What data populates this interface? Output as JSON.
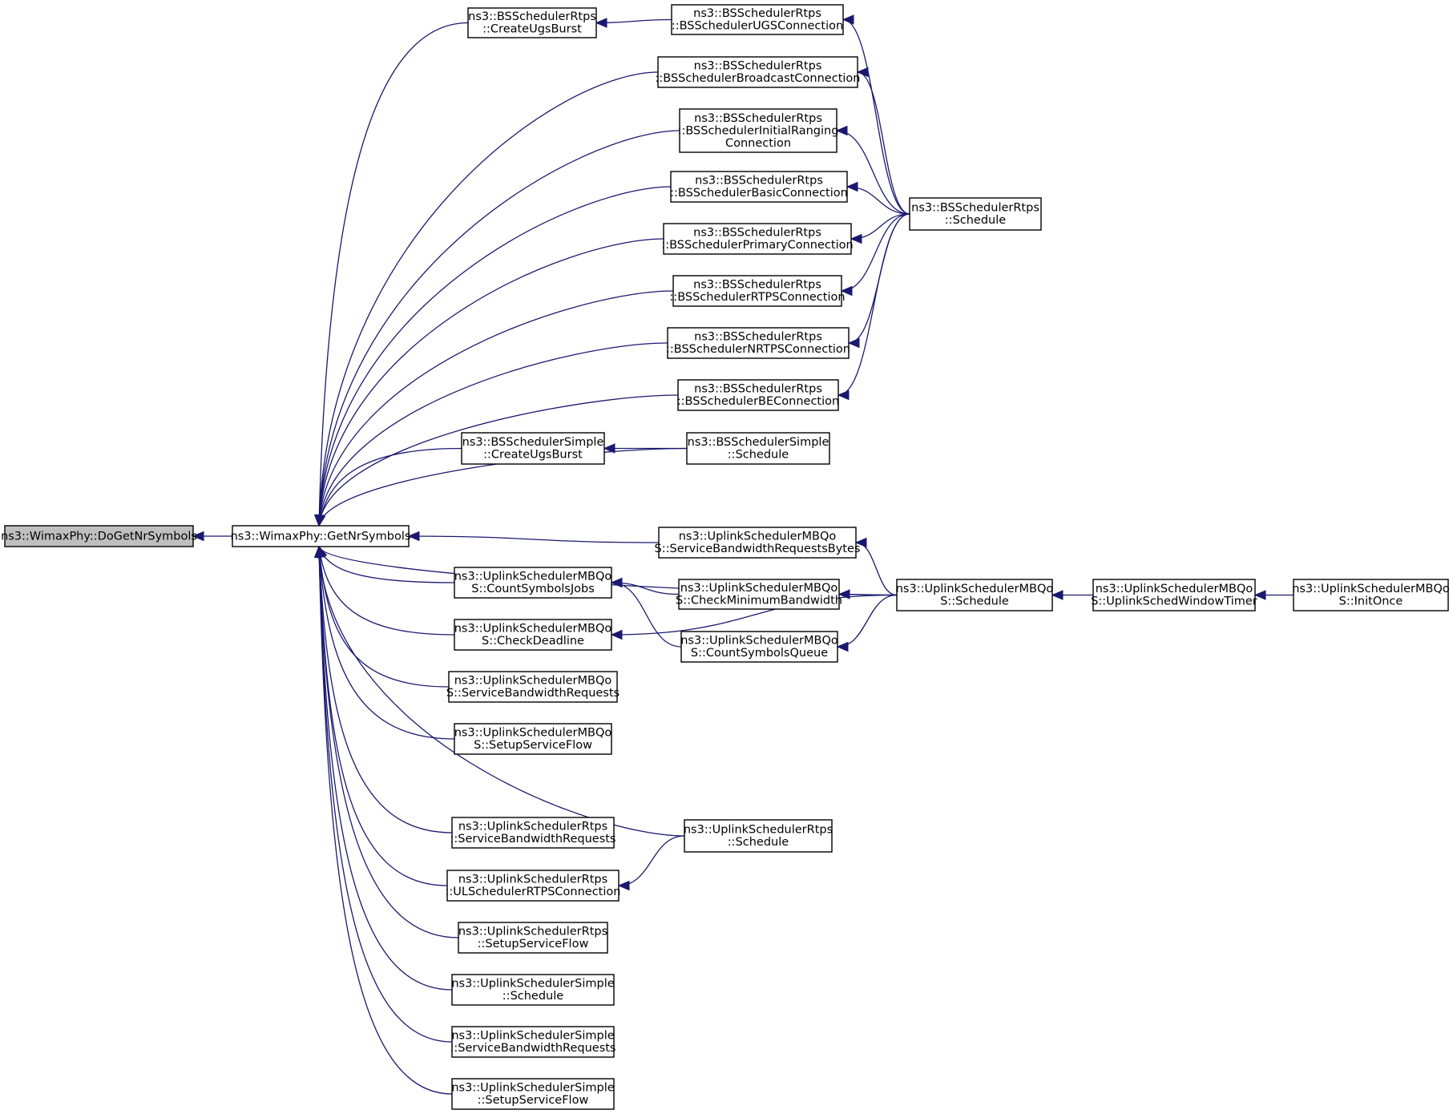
{
  "colors": {
    "edge": "#191970",
    "root_fill": "#bfbfbf",
    "node_fill": "#ffffff",
    "node_border": "#000000"
  },
  "nodes": [
    {
      "id": "n0",
      "lines": [
        "ns3::WimaxPhy::DoGetNrSymbols"
      ]
    },
    {
      "id": "n1",
      "lines": [
        "ns3::WimaxPhy::GetNrSymbols"
      ]
    },
    {
      "id": "n2",
      "lines": [
        "ns3::BSSchedulerRtps",
        "::CreateUgsBurst"
      ]
    },
    {
      "id": "n3",
      "lines": [
        "ns3::BSSchedulerRtps",
        "::BSSchedulerUGSConnection"
      ]
    },
    {
      "id": "n4",
      "lines": [
        "ns3::BSSchedulerRtps",
        "::BSSchedulerBroadcastConnection"
      ]
    },
    {
      "id": "n5",
      "lines": [
        "ns3::BSSchedulerRtps",
        "::BSSchedulerInitialRanging",
        "Connection"
      ]
    },
    {
      "id": "n6",
      "lines": [
        "ns3::BSSchedulerRtps",
        "::BSSchedulerBasicConnection"
      ]
    },
    {
      "id": "n7",
      "lines": [
        "ns3::BSSchedulerRtps",
        "::BSSchedulerPrimaryConnection"
      ]
    },
    {
      "id": "n8",
      "lines": [
        "ns3::BSSchedulerRtps",
        "::BSSchedulerRTPSConnection"
      ]
    },
    {
      "id": "n9",
      "lines": [
        "ns3::BSSchedulerRtps",
        "::BSSchedulerNRTPSConnection"
      ]
    },
    {
      "id": "n10",
      "lines": [
        "ns3::BSSchedulerRtps",
        "::BSSchedulerBEConnection"
      ]
    },
    {
      "id": "n11",
      "lines": [
        "ns3::BSSchedulerRtps",
        "::Schedule"
      ]
    },
    {
      "id": "n12",
      "lines": [
        "ns3::BSSchedulerSimple",
        "::CreateUgsBurst"
      ]
    },
    {
      "id": "n13",
      "lines": [
        "ns3::BSSchedulerSimple",
        "::Schedule"
      ]
    },
    {
      "id": "n14",
      "lines": [
        "ns3::UplinkSchedulerMBQo",
        "S::ServiceBandwidthRequestsBytes"
      ]
    },
    {
      "id": "n15",
      "lines": [
        "ns3::UplinkSchedulerMBQo",
        "S::CountSymbolsJobs"
      ]
    },
    {
      "id": "n16",
      "lines": [
        "ns3::UplinkSchedulerMBQo",
        "S::CheckMinimumBandwidth"
      ]
    },
    {
      "id": "n17",
      "lines": [
        "ns3::UplinkSchedulerMBQo",
        "S::Schedule"
      ]
    },
    {
      "id": "n18",
      "lines": [
        "ns3::UplinkSchedulerMBQo",
        "S::UplinkSchedWindowTimer"
      ]
    },
    {
      "id": "n19",
      "lines": [
        "ns3::UplinkSchedulerMBQo",
        "S::InitOnce"
      ]
    },
    {
      "id": "n20",
      "lines": [
        "ns3::UplinkSchedulerMBQo",
        "S::CheckDeadline"
      ]
    },
    {
      "id": "n21",
      "lines": [
        "ns3::UplinkSchedulerMBQo",
        "S::CountSymbolsQueue"
      ]
    },
    {
      "id": "n22",
      "lines": [
        "ns3::UplinkSchedulerMBQo",
        "S::ServiceBandwidthRequests"
      ]
    },
    {
      "id": "n23",
      "lines": [
        "ns3::UplinkSchedulerMBQo",
        "S::SetupServiceFlow"
      ]
    },
    {
      "id": "n24",
      "lines": [
        "ns3::UplinkSchedulerRtps",
        "::ServiceBandwidthRequests"
      ]
    },
    {
      "id": "n25",
      "lines": [
        "ns3::UplinkSchedulerRtps",
        "::Schedule"
      ]
    },
    {
      "id": "n26",
      "lines": [
        "ns3::UplinkSchedulerRtps",
        "::ULSchedulerRTPSConnection"
      ]
    },
    {
      "id": "n27",
      "lines": [
        "ns3::UplinkSchedulerRtps",
        "::SetupServiceFlow"
      ]
    },
    {
      "id": "n28",
      "lines": [
        "ns3::UplinkSchedulerSimple",
        "::Schedule"
      ]
    },
    {
      "id": "n29",
      "lines": [
        "ns3::UplinkSchedulerSimple",
        "::ServiceBandwidthRequests"
      ]
    },
    {
      "id": "n30",
      "lines": [
        "ns3::UplinkSchedulerSimple",
        "::SetupServiceFlow"
      ]
    }
  ],
  "edges": [
    {
      "from": "n1",
      "to": "n0"
    },
    {
      "from": "n2",
      "to": "n1"
    },
    {
      "from": "n3",
      "to": "n2"
    },
    {
      "from": "n11",
      "to": "n3"
    },
    {
      "from": "n4",
      "to": "n1"
    },
    {
      "from": "n11",
      "to": "n4"
    },
    {
      "from": "n5",
      "to": "n1"
    },
    {
      "from": "n11",
      "to": "n5"
    },
    {
      "from": "n6",
      "to": "n1"
    },
    {
      "from": "n11",
      "to": "n6"
    },
    {
      "from": "n7",
      "to": "n1"
    },
    {
      "from": "n11",
      "to": "n7"
    },
    {
      "from": "n8",
      "to": "n1"
    },
    {
      "from": "n11",
      "to": "n8"
    },
    {
      "from": "n9",
      "to": "n1"
    },
    {
      "from": "n11",
      "to": "n9"
    },
    {
      "from": "n10",
      "to": "n1"
    },
    {
      "from": "n11",
      "to": "n10"
    },
    {
      "from": "n12",
      "to": "n1"
    },
    {
      "from": "n13",
      "to": "n12"
    },
    {
      "from": "n13",
      "to": "n1"
    },
    {
      "from": "n17",
      "to": "n1"
    },
    {
      "from": "n14",
      "to": "n1"
    },
    {
      "from": "n17",
      "to": "n14"
    },
    {
      "from": "n15",
      "to": "n1"
    },
    {
      "from": "n16",
      "to": "n15"
    },
    {
      "from": "n21",
      "to": "n15"
    },
    {
      "from": "n17",
      "to": "n16"
    },
    {
      "from": "n17",
      "to": "n21"
    },
    {
      "from": "n17",
      "to": "n20"
    },
    {
      "from": "n18",
      "to": "n17"
    },
    {
      "from": "n19",
      "to": "n18"
    },
    {
      "from": "n20",
      "to": "n1"
    },
    {
      "from": "n22",
      "to": "n1"
    },
    {
      "from": "n23",
      "to": "n1"
    },
    {
      "from": "n25",
      "to": "n1"
    },
    {
      "from": "n24",
      "to": "n1"
    },
    {
      "from": "n26",
      "to": "n1"
    },
    {
      "from": "n25",
      "to": "n26"
    },
    {
      "from": "n27",
      "to": "n1"
    },
    {
      "from": "n28",
      "to": "n1"
    },
    {
      "from": "n29",
      "to": "n1"
    },
    {
      "from": "n30",
      "to": "n1"
    }
  ]
}
